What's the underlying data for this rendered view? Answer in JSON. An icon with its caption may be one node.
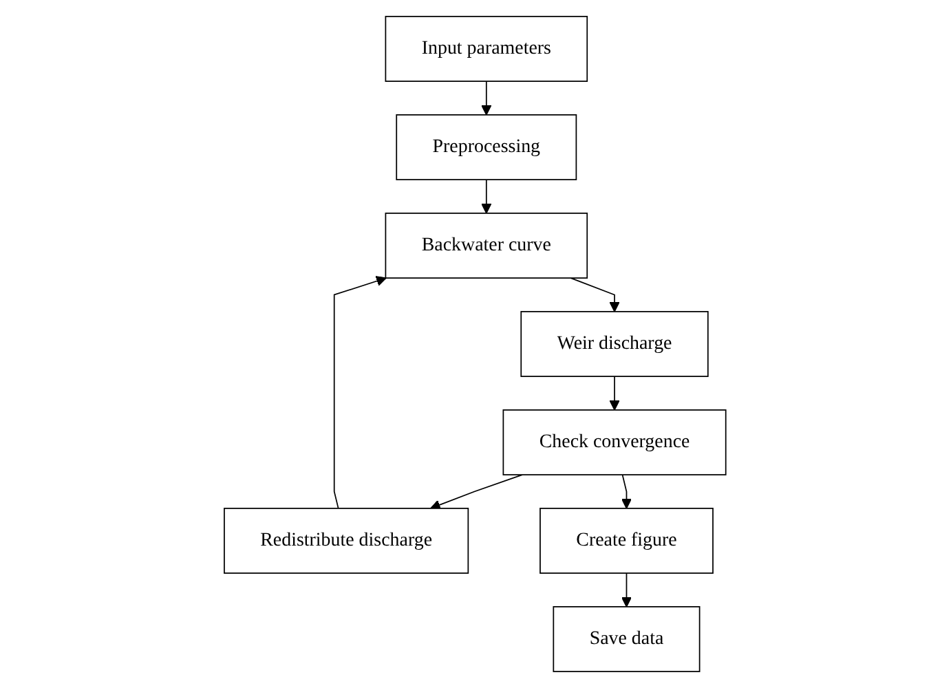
{
  "diagram": {
    "nodes": [
      {
        "text": [
          "Input parameters"
        ]
      },
      {
        "text": [
          "Preprocessing"
        ]
      },
      {
        "text": [
          "Backwater curve"
        ]
      },
      {
        "text": [
          "Weir discharge"
        ]
      },
      {
        "text": [
          "Check convergence"
        ]
      },
      {
        "text": [
          "Redistribute discharge"
        ]
      },
      {
        "text": [
          "Create figure"
        ]
      },
      {
        "text": [
          "Save data"
        ]
      }
    ],
    "edges": [
      {
        "from": 0,
        "to": 1,
        "arrow": "to"
      },
      {
        "from": 1,
        "to": 2,
        "arrow": "to"
      },
      {
        "from": 2,
        "to": 3,
        "arrow": "to"
      },
      {
        "from": 3,
        "to": 4,
        "arrow": "to"
      },
      {
        "from": 4,
        "to": 5,
        "arrow": "to"
      },
      {
        "from": 5,
        "to": 2,
        "arrow": "to"
      },
      {
        "from": 4,
        "to": 6,
        "arrow": "to"
      },
      {
        "from": 6,
        "to": 7,
        "arrow": "to"
      }
    ]
  }
}
